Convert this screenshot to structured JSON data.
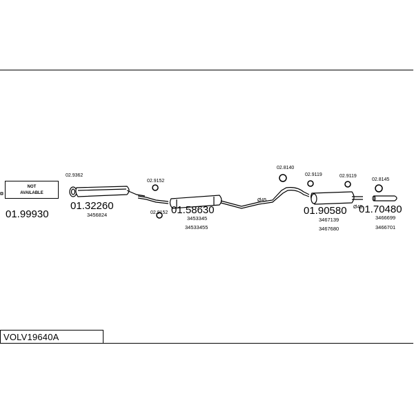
{
  "model_code": "VOLV19640A",
  "not_available": {
    "line1": "NOT",
    "line2": "AVAILABLE"
  },
  "parts": [
    {
      "number": "01.99930",
      "refs": []
    },
    {
      "number": "01.32260",
      "refs": [
        "3456824"
      ]
    },
    {
      "number": "01.58630",
      "refs": [
        "3453345",
        "34533455"
      ]
    },
    {
      "number": "01.90580",
      "refs": [
        "3467139",
        "3467680"
      ]
    },
    {
      "number": "01.70480",
      "refs": [
        "3466699",
        "3466701"
      ]
    }
  ],
  "fittings": [
    "02.9362",
    "02.9152",
    "02.9152",
    "02.8140",
    "02.9119",
    "02.9119",
    "02.8145"
  ],
  "pipe_dims": [
    "Ø45",
    "Ø45"
  ]
}
